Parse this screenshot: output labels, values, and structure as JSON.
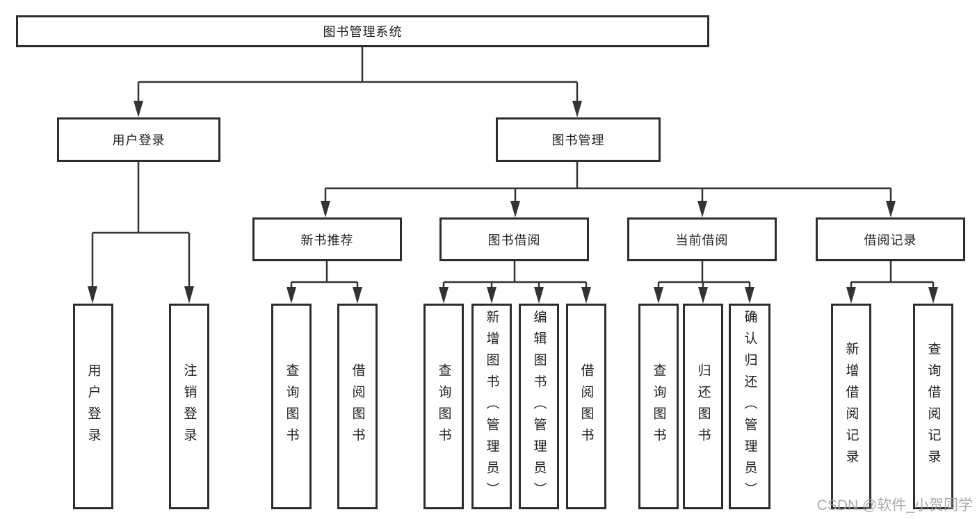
{
  "watermark": "CSDN @软件_小贺同学",
  "colors": {
    "line": "#333333",
    "box_border": "#2d2d2d",
    "text": "#1f1f1f",
    "watermark": "#a3a3a3",
    "background": "#ffffff"
  },
  "tree": {
    "root": {
      "label": "图书管理系统"
    },
    "branches": [
      {
        "label": "用户登录",
        "children": [
          {
            "label": "用户登录"
          },
          {
            "label": "注销登录"
          }
        ]
      },
      {
        "label": "图书管理",
        "children": [
          {
            "label": "新书推荐",
            "children": [
              {
                "label": "查询图书"
              },
              {
                "label": "借阅图书"
              }
            ]
          },
          {
            "label": "图书借阅",
            "children": [
              {
                "label": "查询图书"
              },
              {
                "label": "新增图书（管理员）"
              },
              {
                "label": "编辑图书（管理员）"
              },
              {
                "label": "借阅图书"
              }
            ]
          },
          {
            "label": "当前借阅",
            "children": [
              {
                "label": "查询图书"
              },
              {
                "label": "归还图书"
              },
              {
                "label": "确认归还（管理员）"
              }
            ]
          },
          {
            "label": "借阅记录",
            "children": [
              {
                "label": "新增借阅记录"
              },
              {
                "label": "查询借阅记录"
              }
            ]
          }
        ]
      }
    ]
  }
}
